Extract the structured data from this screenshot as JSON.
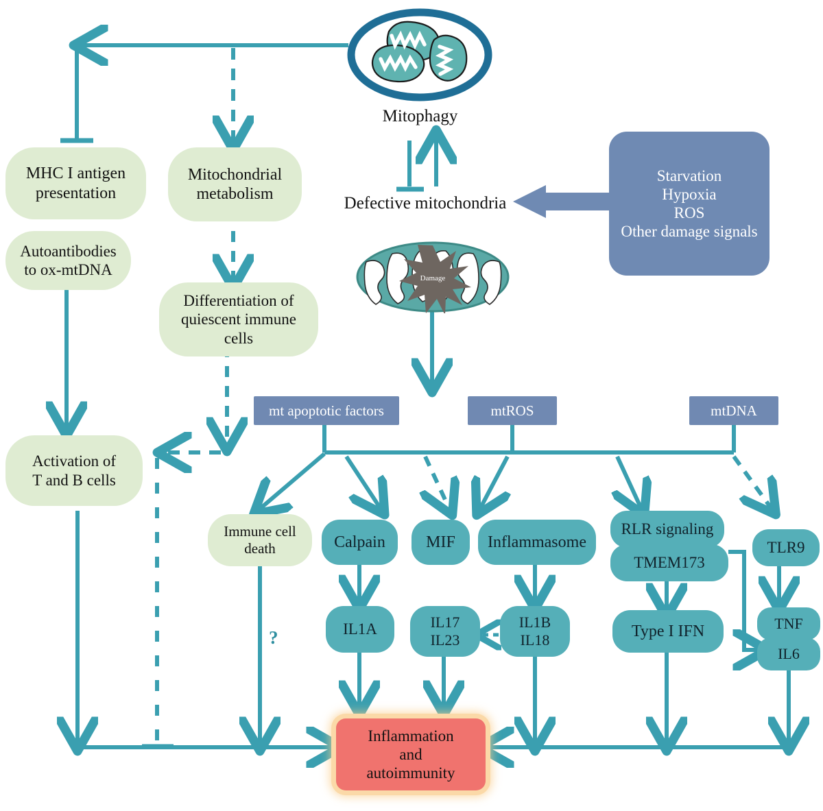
{
  "figure": {
    "type": "biological-pathway-diagram",
    "title": "Mitophagy and mitochondrial damage driving inflammation and autoimmunity",
    "colors": {
      "teal_line": "#3a9fb0",
      "teal_node": "#55afb8",
      "green_node": "#dfecd2",
      "blue_node": "#6f8ab3",
      "rect_node": "#7089b2",
      "red_node": "#f0736e",
      "red_glow": "#fbd9a8",
      "autophagosome_ring": "#1f6e96",
      "damage_star": "#6e6660",
      "mito_body": "#5aa9a6"
    }
  },
  "icons": {
    "autophagosome": {
      "name": "autophagosome-icon",
      "caption": "Mitophagy"
    },
    "damaged_mito": {
      "name": "damaged-mitochondrion-icon",
      "label": "Damage"
    }
  },
  "nodes": {
    "mitophagy_label": "Mitophagy",
    "defective_mito": "Defective mitochondria",
    "stimuli": "Starvation\nHypoxia\nROS\nOther damage signals",
    "stimuli_lines": [
      "Starvation",
      "Hypoxia",
      "ROS",
      "Other damage signals"
    ],
    "mhc": "MHC I  antigen\npresentation",
    "mhc_lines": [
      "MHC I  antigen",
      "presentation"
    ],
    "autoantibodies": "Autoantibodies\nto ox-mtDNA",
    "autoantibodies_lines": [
      "Autoantibodies",
      "to ox-mtDNA"
    ],
    "mito_metabolism": "Mitochondrial\nmetabolism",
    "mito_metabolism_lines": [
      "Mitochondrial",
      "metabolism"
    ],
    "differentiation": "Differentiation of\nquiescent immune\ncells",
    "differentiation_lines": [
      "Differentiation of",
      "quiescent immune",
      "cells"
    ],
    "activation": "Activation of\nT and B cells",
    "activation_lines": [
      "Activation of",
      "T and B cells"
    ],
    "immune_cell_death": "Immune cell\ndeath",
    "immune_cell_death_lines": [
      "Immune cell",
      "death"
    ],
    "mt_apoptotic": "mt apoptotic factors",
    "mtros": "mtROS",
    "mtdna": "mtDNA",
    "calpain": "Calpain",
    "mif": "MIF",
    "inflammasome": "Inflammasome",
    "rlr": "RLR signaling",
    "tmem173": "TMEM173",
    "tlr9": "TLR9",
    "il1a": "IL1A",
    "il17_il23": "IL17\nIL23",
    "il17_il23_lines": [
      "IL17",
      "IL23"
    ],
    "il1b_il18": "IL1B\nIL18",
    "il1b_il18_lines": [
      "IL1B",
      "IL18"
    ],
    "type1ifn": "Type I IFN",
    "tnf": "TNF",
    "il6": "IL6",
    "inflammation": "Inflammation\nand\nautoimmunity",
    "inflammation_lines": [
      "Inflammation",
      "and",
      "autoimmunity"
    ],
    "question_mark": "?"
  },
  "edges": [
    {
      "from": "autophagosome",
      "to": "MHC I antigen presentation",
      "style": "solid",
      "head": "inhibit"
    },
    {
      "from": "autophagosome",
      "to": "Mitochondrial metabolism",
      "style": "dashed",
      "head": "arrow"
    },
    {
      "from": "Mitophagy",
      "to": "Defective mitochondria",
      "style": "solid",
      "head": "inhibit"
    },
    {
      "from": "Defective mitochondria",
      "to": "Mitophagy",
      "style": "solid",
      "head": "arrow"
    },
    {
      "from": "Starvation/Hypoxia/ROS/Other damage signals",
      "to": "Defective mitochondria",
      "style": "solid",
      "head": "block-arrow"
    },
    {
      "from": "MHC I antigen presentation",
      "to": "Autoantibodies to ox-mtDNA",
      "style": "none",
      "head": "none"
    },
    {
      "from": "Autoantibodies to ox-mtDNA",
      "to": "Activation of T and B cells",
      "style": "solid",
      "head": "arrow"
    },
    {
      "from": "Mitochondrial metabolism",
      "to": "Differentiation of quiescent immune cells",
      "style": "dashed",
      "head": "arrow"
    },
    {
      "from": "Differentiation of quiescent immune cells",
      "to": "Activation of T and B cells",
      "style": "dashed",
      "head": "arrow"
    },
    {
      "from": "Differentiation of quiescent immune cells",
      "to": "Inflammation and autoimmunity",
      "style": "dashed",
      "head": "inhibit"
    },
    {
      "from": "damaged mitochondrion",
      "to": "mt apoptotic factors / mtROS / mtDNA bus",
      "style": "solid",
      "head": "arrow"
    },
    {
      "from": "bus",
      "to": "Immune cell death",
      "style": "solid",
      "head": "arrow"
    },
    {
      "from": "bus",
      "to": "Calpain",
      "style": "solid",
      "head": "arrow"
    },
    {
      "from": "bus",
      "to": "MIF",
      "style": "dashed",
      "head": "arrow"
    },
    {
      "from": "bus",
      "to": "Inflammasome",
      "style": "solid",
      "head": "arrow"
    },
    {
      "from": "bus",
      "to": "RLR signaling",
      "style": "solid",
      "head": "arrow"
    },
    {
      "from": "bus",
      "to": "TLR9",
      "style": "dashed",
      "head": "arrow"
    },
    {
      "from": "Activation of T and B cells",
      "to": "Inflammation and autoimmunity",
      "style": "solid",
      "head": "arrow"
    },
    {
      "from": "Immune cell death",
      "to": "Inflammation and autoimmunity",
      "style": "solid",
      "head": "arrow",
      "label": "?"
    },
    {
      "from": "Calpain",
      "to": "IL1A",
      "style": "solid",
      "head": "arrow"
    },
    {
      "from": "Inflammasome",
      "to": "IL1B IL18",
      "style": "solid",
      "head": "arrow"
    },
    {
      "from": "IL1B IL18",
      "to": "IL17 IL23",
      "style": "dashed",
      "head": "arrow"
    },
    {
      "from": "RLR signaling / TMEM173",
      "to": "Type I IFN",
      "style": "solid",
      "head": "arrow"
    },
    {
      "from": "TMEM173",
      "to": "IL6",
      "style": "solid",
      "head": "arrow"
    },
    {
      "from": "TLR9",
      "to": "TNF",
      "style": "solid",
      "head": "arrow"
    },
    {
      "from": "IL1A",
      "to": "Inflammation and autoimmunity",
      "style": "solid",
      "head": "arrow"
    },
    {
      "from": "IL17 IL23",
      "to": "Inflammation and autoimmunity",
      "style": "solid",
      "head": "arrow"
    },
    {
      "from": "IL1B IL18",
      "to": "Inflammation and autoimmunity",
      "style": "solid",
      "head": "arrow"
    },
    {
      "from": "Type I IFN",
      "to": "Inflammation and autoimmunity",
      "style": "solid",
      "head": "arrow"
    },
    {
      "from": "IL6",
      "to": "Inflammation and autoimmunity",
      "style": "solid",
      "head": "arrow"
    }
  ]
}
